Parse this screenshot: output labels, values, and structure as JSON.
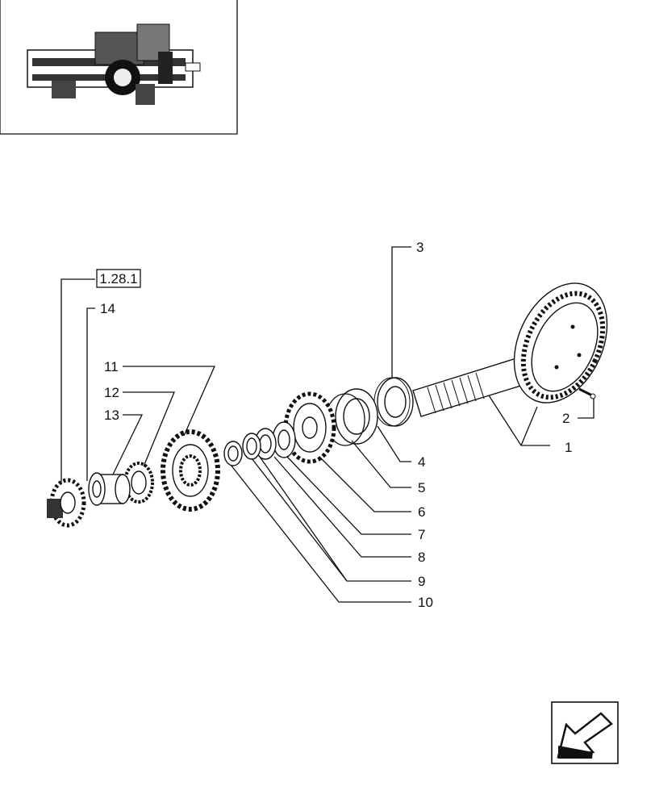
{
  "diagram": {
    "reference_box": "1.28.1",
    "callouts": [
      "1",
      "2",
      "3",
      "4",
      "5",
      "6",
      "7",
      "8",
      "9",
      "10",
      "11",
      "12",
      "13",
      "14"
    ]
  },
  "icons": {
    "overview": "tractor-transmission-overview-icon",
    "navigation": "next-page-arrow-icon"
  }
}
